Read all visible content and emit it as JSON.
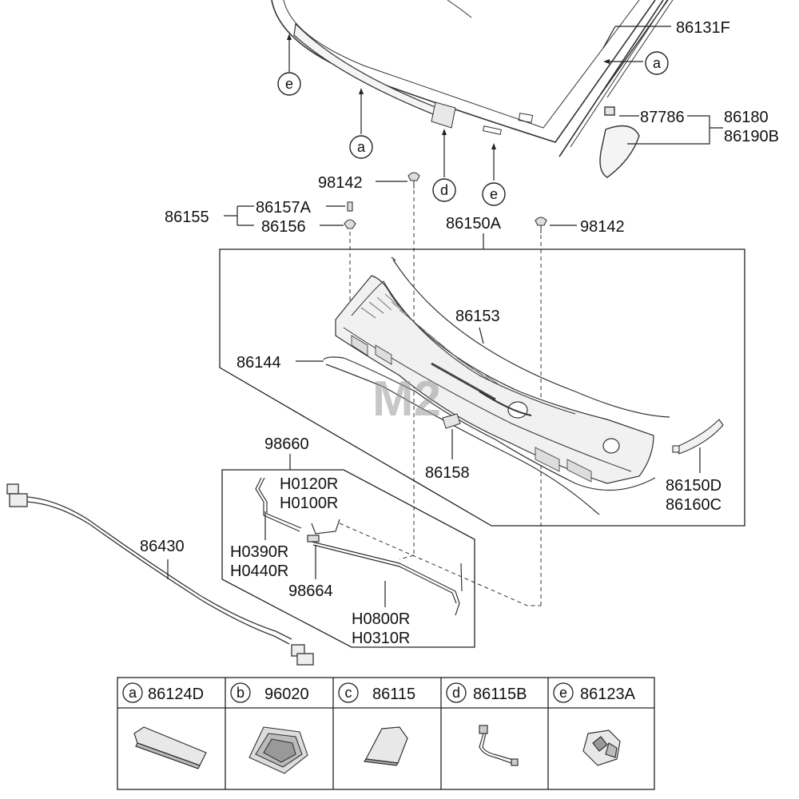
{
  "diagram": {
    "watermark": "M2",
    "part_numbers": {
      "windshield_molding": "86131F",
      "clip": "87786",
      "garnish_upper": "86180",
      "garnish_lower": "86190B",
      "screw_top": "98142",
      "screw_right": "98142",
      "group_left": "86155",
      "rivet_a": "86157A",
      "rivet_b": "86156",
      "cowl_assy": "86150A",
      "cowl_top": "86153",
      "weatherstrip": "86144",
      "pad": "86158",
      "extension_a": "86150D",
      "extension_b": "86160C",
      "hose_group": "98660",
      "hose_a": "H0120R",
      "hose_b": "H0100R",
      "hose_c": "H0390R",
      "hose_d": "H0440R",
      "connector": "98664",
      "hose_e": "H0800R",
      "hose_f": "H0310R",
      "washer_hose": "86430"
    },
    "callouts": {
      "e_left": "e",
      "a_center": "a",
      "d_center": "d",
      "e_center": "e",
      "a_right": "a"
    }
  },
  "legend_table": {
    "items": [
      {
        "letter": "a",
        "part": "86124D"
      },
      {
        "letter": "b",
        "part": "96020"
      },
      {
        "letter": "c",
        "part": "86115"
      },
      {
        "letter": "d",
        "part": "86115B"
      },
      {
        "letter": "e",
        "part": "86123A"
      }
    ]
  }
}
